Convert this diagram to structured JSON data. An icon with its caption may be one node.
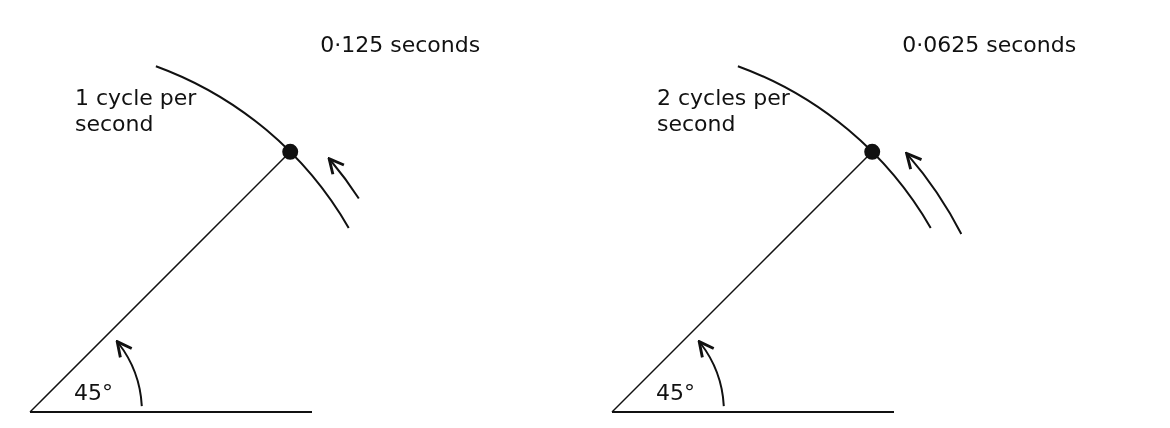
{
  "diagram": {
    "labels": [
      "1 cycle per second",
      "0·125 seconds",
      "45°",
      "2 cycles per second",
      "0·0625 seconds",
      "45°"
    ]
  }
}
